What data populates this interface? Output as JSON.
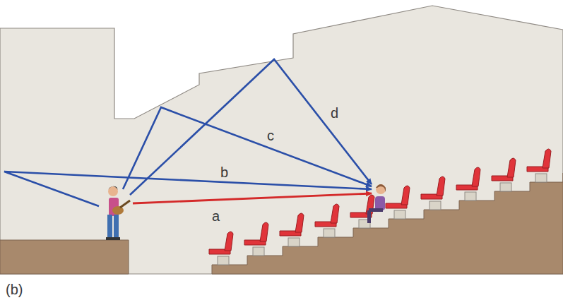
{
  "diagram": {
    "labels": [
      "d",
      "c",
      "b",
      "a",
      "(b)"
    ]
  }
}
